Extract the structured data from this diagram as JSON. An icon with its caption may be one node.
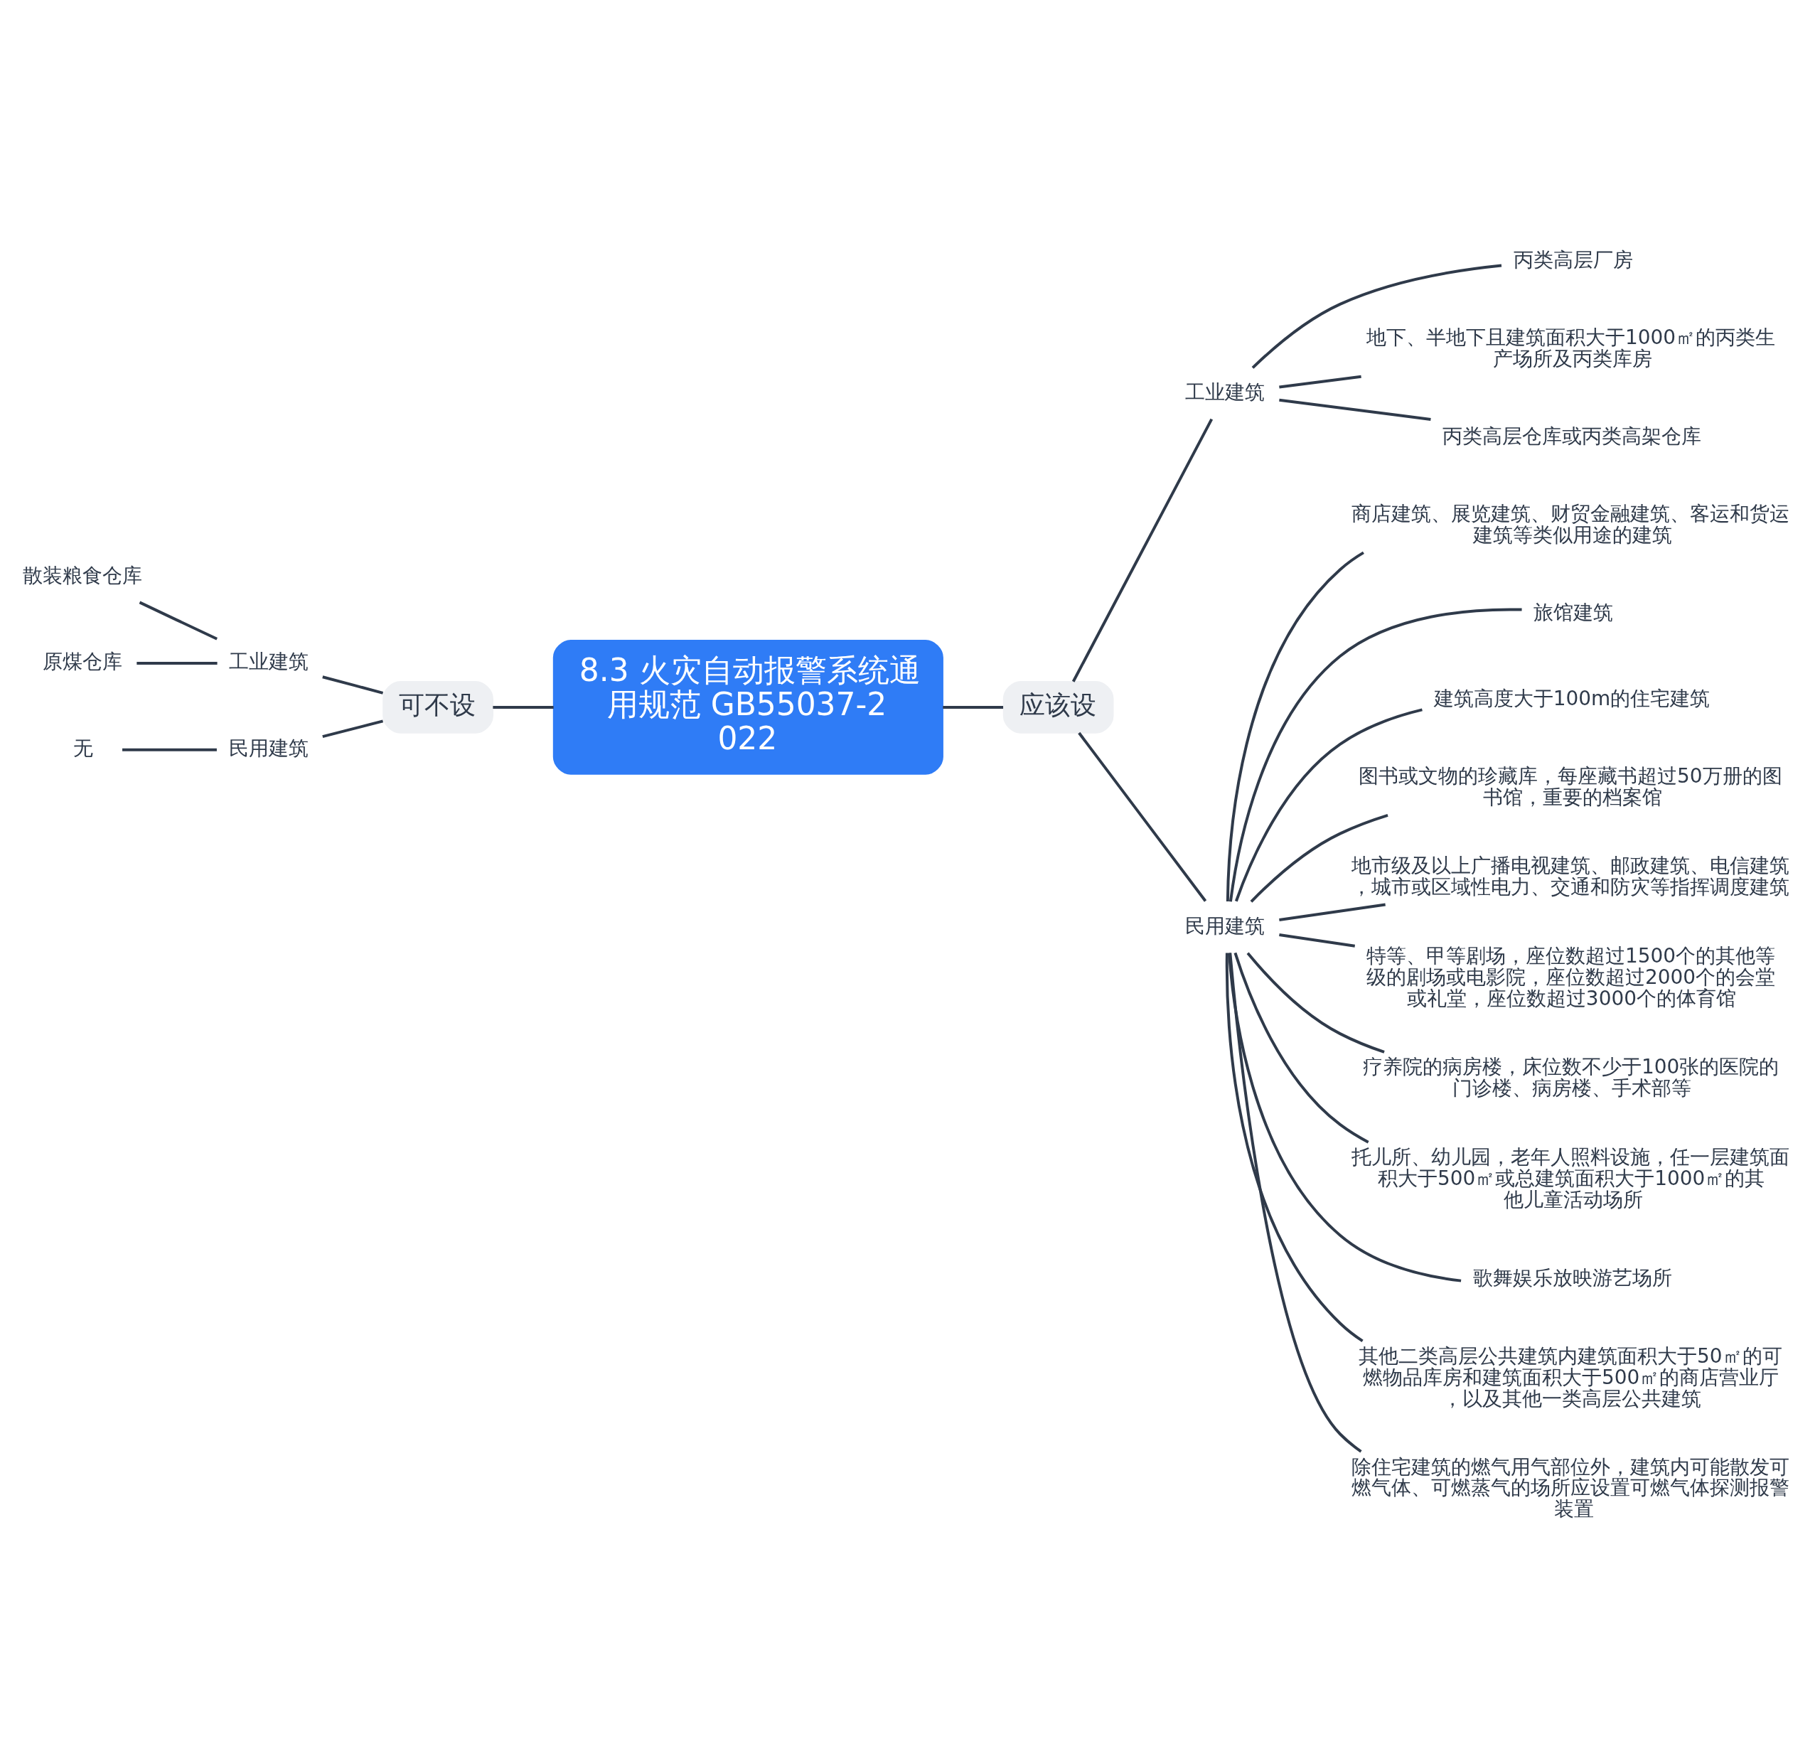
{
  "diagram": {
    "nodes": [
      {
        "text": [
          "8.3 火灾自动报警系统通用规范 GB55037-2022"
        ]
      },
      {
        "text": [
          "应该设"
        ]
      },
      {
        "text": [
          "工业建筑"
        ]
      },
      {
        "text": [
          "丙类高层厂房"
        ]
      },
      {
        "text": [
          "地下、半地下且建筑面积大于1000㎡的丙类生产场所及丙类库房"
        ]
      },
      {
        "text": [
          "丙类高层仓库或丙类高架仓库"
        ]
      },
      {
        "text": [
          "民用建筑"
        ]
      },
      {
        "text": [
          "商店建筑、展览建筑、财贸金融建筑、客运和货运建筑等类似用途的建筑"
        ]
      },
      {
        "text": [
          "旅馆建筑"
        ]
      },
      {
        "text": [
          "建筑高度大于100m的住宅建筑"
        ]
      },
      {
        "text": [
          "图书或文物的珍藏库，每座藏书超过50万册的图书馆，重要的档案馆"
        ]
      },
      {
        "text": [
          "地市级及以上广播电视建筑、邮政建筑、电信建筑，城市或区域性电力、交通和防灾等指挥调度建筑"
        ]
      },
      {
        "text": [
          "特等、甲等剧场，座位数超过1500个的其他等级的剧场或电影院，座位数超过2000个的会堂或礼堂，座位数超过3000个的体育馆"
        ]
      },
      {
        "text": [
          "疗养院的病房楼，床位数不少于100张的医院的门诊楼、病房楼、手术部等"
        ]
      },
      {
        "text": [
          "托儿所、幼儿园，老年人照料设施，任一层建筑面积大于500㎡或总建筑面积大于1000㎡的其他儿童活动场所"
        ]
      },
      {
        "text": [
          "歌舞娱乐放映游艺场所"
        ]
      },
      {
        "text": [
          "其他二类高层公共建筑内建筑面积大于50㎡的可燃物品库房和建筑面积大于500㎡的商店营业厅，以及其他一类高层公共建筑"
        ]
      },
      {
        "text": [
          "除住宅建筑的燃气用气部位外，建筑内可能散发可燃气体、可燃蒸气的场所应设置可燃气体探测报警装置"
        ]
      },
      {
        "text": [
          "可不设"
        ]
      },
      {
        "text": [
          "工业建筑"
        ]
      },
      {
        "text": [
          "散装粮食仓库"
        ]
      },
      {
        "text": [
          "原煤仓库"
        ]
      },
      {
        "text": [
          "民用建筑"
        ]
      },
      {
        "text": [
          "无"
        ]
      }
    ],
    "edges": [
      {
        "from": 0,
        "to": 1,
        "arrow": "none"
      },
      {
        "from": 1,
        "to": 2,
        "arrow": "none"
      },
      {
        "from": 2,
        "to": 3,
        "arrow": "none"
      },
      {
        "from": 2,
        "to": 4,
        "arrow": "none"
      },
      {
        "from": 2,
        "to": 5,
        "arrow": "none"
      },
      {
        "from": 1,
        "to": 6,
        "arrow": "none"
      },
      {
        "from": 6,
        "to": 7,
        "arrow": "none"
      },
      {
        "from": 6,
        "to": 8,
        "arrow": "none"
      },
      {
        "from": 6,
        "to": 9,
        "arrow": "none"
      },
      {
        "from": 6,
        "to": 10,
        "arrow": "none"
      },
      {
        "from": 6,
        "to": 11,
        "arrow": "none"
      },
      {
        "from": 6,
        "to": 12,
        "arrow": "none"
      },
      {
        "from": 6,
        "to": 13,
        "arrow": "none"
      },
      {
        "from": 6,
        "to": 14,
        "arrow": "none"
      },
      {
        "from": 6,
        "to": 15,
        "arrow": "none"
      },
      {
        "from": 6,
        "to": 16,
        "arrow": "none"
      },
      {
        "from": 6,
        "to": 17,
        "arrow": "none"
      },
      {
        "from": 0,
        "to": 18,
        "arrow": "none"
      },
      {
        "from": 18,
        "to": 19,
        "arrow": "none"
      },
      {
        "from": 19,
        "to": 20,
        "arrow": "none"
      },
      {
        "from": 19,
        "to": 21,
        "arrow": "none"
      },
      {
        "from": 18,
        "to": 22,
        "arrow": "none"
      },
      {
        "from": 22,
        "to": 23,
        "arrow": "none"
      }
    ]
  }
}
